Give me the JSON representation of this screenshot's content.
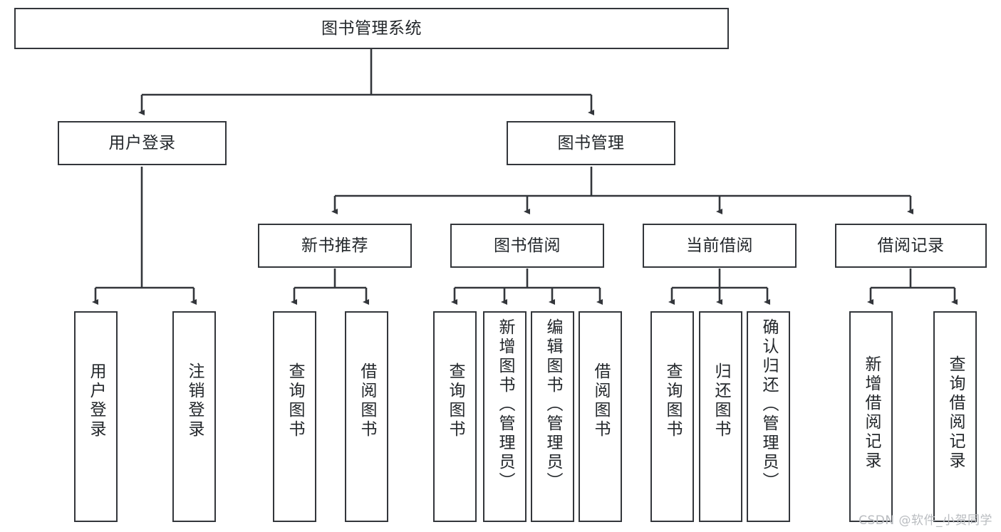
{
  "diagram": {
    "title": "图书管理系统",
    "type": "tree-hierarchy-chart",
    "watermark": "CSDN @软件_小贺同学",
    "colors": {
      "box_border": "#33363b",
      "box_fill": "#ffffff",
      "edge": "#33363b",
      "text": "#23272b",
      "watermark": "#b9bcc0"
    },
    "root": {
      "label": "图书管理系统"
    },
    "level1": [
      {
        "id": "user-login",
        "label": "用户登录"
      },
      {
        "id": "book-manage",
        "label": "图书管理"
      }
    ],
    "level2": [
      {
        "id": "new-book-recommend",
        "label": "新书推荐",
        "parent": "book-manage"
      },
      {
        "id": "book-borrow",
        "label": "图书借阅",
        "parent": "book-manage"
      },
      {
        "id": "current-borrow",
        "label": "当前借阅",
        "parent": "book-manage"
      },
      {
        "id": "borrow-record",
        "label": "借阅记录",
        "parent": "book-manage"
      }
    ],
    "leaves": [
      {
        "id": "leaf-user-login",
        "label": "用户登录",
        "parent": "user-login"
      },
      {
        "id": "leaf-logout-login",
        "label": "注销登录",
        "parent": "user-login"
      },
      {
        "id": "leaf-query-book-1",
        "label": "查询图书",
        "parent": "new-book-recommend"
      },
      {
        "id": "leaf-borrow-book-1",
        "label": "借阅图书",
        "parent": "new-book-recommend"
      },
      {
        "id": "leaf-query-book-2",
        "label": "查询图书",
        "parent": "book-borrow"
      },
      {
        "id": "leaf-add-book",
        "label": "新增图书（管理员）",
        "parent": "book-borrow"
      },
      {
        "id": "leaf-edit-book",
        "label": "编辑图书（管理员）",
        "parent": "book-borrow"
      },
      {
        "id": "leaf-borrow-book-2",
        "label": "借阅图书",
        "parent": "book-borrow"
      },
      {
        "id": "leaf-query-book-3",
        "label": "查询图书",
        "parent": "current-borrow"
      },
      {
        "id": "leaf-return-book",
        "label": "归还图书",
        "parent": "current-borrow"
      },
      {
        "id": "leaf-confirm-return",
        "label": "确认归还（管理员）",
        "parent": "current-borrow"
      },
      {
        "id": "leaf-add-record",
        "label": "新增借阅记录",
        "parent": "borrow-record"
      },
      {
        "id": "leaf-query-record",
        "label": "查询借阅记录",
        "parent": "borrow-record"
      }
    ]
  }
}
